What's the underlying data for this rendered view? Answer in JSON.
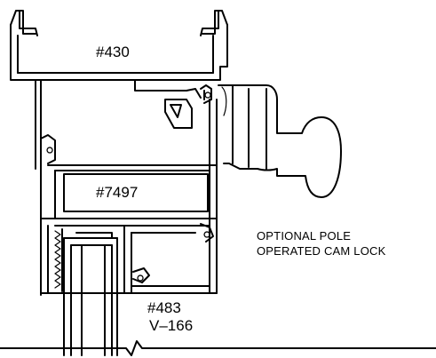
{
  "diagram": {
    "labels": {
      "frame_top": "#430",
      "rail": "#7497",
      "bottom_part": "#483",
      "bottom_sub": "V–166"
    },
    "note": {
      "line1": "OPTIONAL POLE",
      "line2": "OPERATED CAM LOCK"
    }
  }
}
